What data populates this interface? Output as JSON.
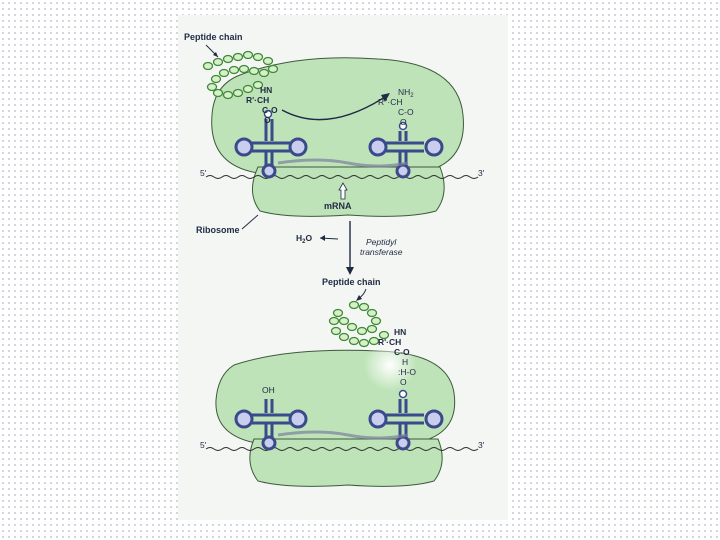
{
  "figure": {
    "panel1": {
      "peptide_label": "Peptide chain",
      "hn": "HN",
      "rch": "R'·CH",
      "co": "C-O",
      "o": "O",
      "nh2": "NH",
      "nh2_sub": "2",
      "rch2": "R''·CH",
      "co2": "C-O",
      "o2": "O",
      "five_prime": "5'",
      "three_prime": "3'",
      "mrna_label": "mRNA"
    },
    "middle": {
      "ribosome_label": "Ribosome",
      "h2o_h": "H",
      "h2o_sub": "2",
      "h2o_o": "O",
      "enzyme_line1": "Peptidyl",
      "enzyme_line2": "transferase"
    },
    "panel2": {
      "peptide_label": "Peptide chain",
      "hn": "HN",
      "rch": "R'·CH",
      "co": "C-O",
      "h": "H",
      "hnh": ":H-O",
      "o": "O",
      "oh": "OH",
      "five_prime": "5'",
      "three_prime": "3'"
    }
  }
}
